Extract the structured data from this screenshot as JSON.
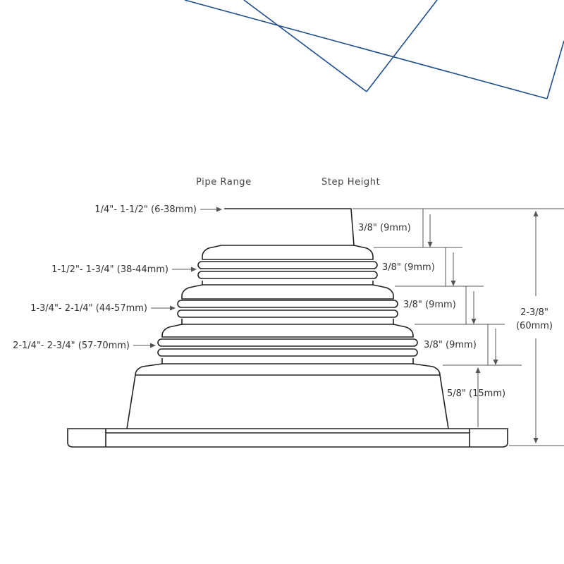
{
  "headers": {
    "pipe_range": "Pipe Range",
    "step_height": "Step Height"
  },
  "pipe_ranges": [
    "1/4\"- 1-1/2\" (6-38mm)",
    "1-1/2\"- 1-3/4\" (38-44mm)",
    "1-3/4\"- 2-1/4\" (44-57mm)",
    "2-1/4\"- 2-3/4\" (57-70mm)"
  ],
  "step_heights": [
    "3/8\" (9mm)",
    "3/8\" (9mm)",
    "3/8\" (9mm)",
    "3/8\" (9mm)",
    "5/8\" (15mm)"
  ],
  "total_height": {
    "line1": "2-3/8\"",
    "line2": "(60mm)"
  },
  "colors": {
    "decor_line": "#1f4e8c",
    "outline": "#222222",
    "dimension": "#555555"
  }
}
